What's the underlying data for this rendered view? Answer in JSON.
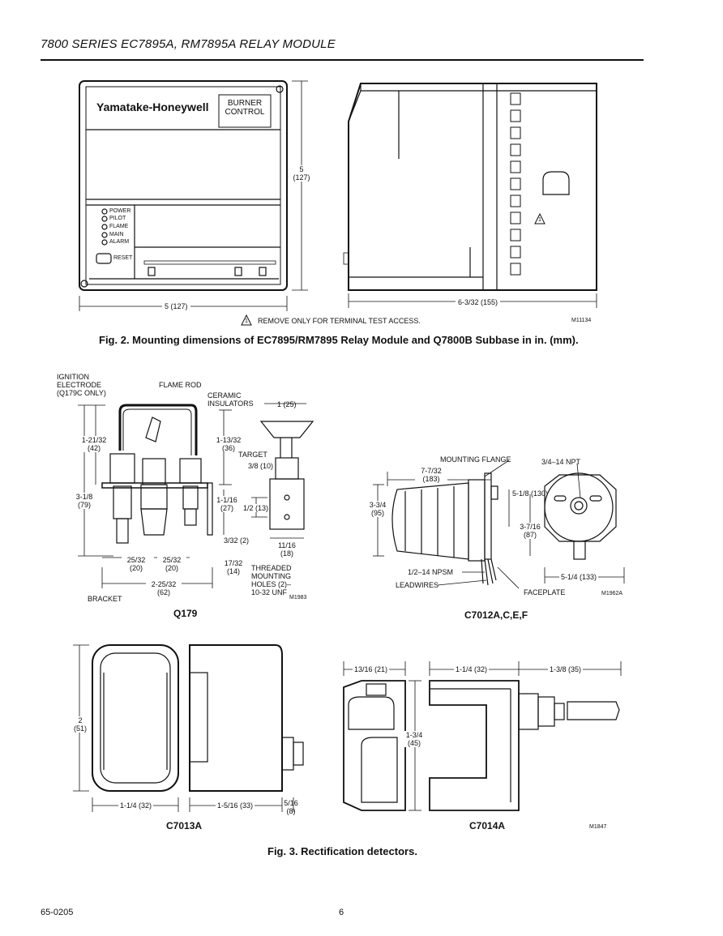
{
  "header": {
    "title": "7800 SERIES EC7895A, RM7895A RELAY MODULE"
  },
  "fig2": {
    "brand": "Yamatake-Honeywell",
    "burner_control": "BURNER\nCONTROL",
    "leds": [
      "POWER",
      "PILOT",
      "FLAME",
      "MAIN",
      "ALARM"
    ],
    "reset": "RESET",
    "dim_height": "5\n(127)",
    "dim_width": "5 (127)",
    "dim_depth": "6-3/32 (155)",
    "note_num": "1",
    "note": "REMOVE ONLY FOR TERMINAL TEST ACCESS.",
    "code": "M11134",
    "caption": "Fig. 2. Mounting dimensions of  EC7895/RM7895 Relay Module and Q7800B Subbase in in. (mm)."
  },
  "q179": {
    "ignition": "IGNITION\nELECTRODE\n(Q179C ONLY)",
    "flame_rod": "FLAME ROD",
    "ceramic": "CERAMIC\nINSULATORS",
    "d1": "1 (25)",
    "d_1_21_32": "1-21/32\n(42)",
    "d_1_13_32": "1-13/32\n(36)",
    "target": "TARGET",
    "d_3_8": "3/8 (10)",
    "d_3_1_8": "3-1/8\n(79)",
    "d_1_1_16": "1-1/16\n(27)",
    "d_1_2": "1/2 (13)",
    "d_3_32": "3/32 (2)",
    "d_11_16": "11/16\n(18)",
    "d_25_32a": "25/32\n(20)",
    "d_25_32b": "25/32\n(20)",
    "d_17_32": "17/32\n(14)",
    "threaded": "THREADED\nMOUNTING\nHOLES (2)–\n10-32 UNF",
    "d_2_25_32": "2-25/32\n(62)",
    "bracket": "BRACKET",
    "code": "M1983",
    "title": "Q179"
  },
  "c7012": {
    "mounting_flange": "MOUNTING FLANGE",
    "npt": "3/4–14 NPT",
    "d_7_7_32": "7-7/32\n(183)",
    "d_5_1_8": "5-1/8 (130)",
    "d_3_3_4": "3-3/4\n(95)",
    "d_3_7_16": "3-7/16\n(87)",
    "npsm": "1/2–14 NPSM",
    "leadwires": "LEADWIRES",
    "faceplate": "FACEPLATE",
    "d_5_1_4": "5-1/4 (133)",
    "code": "M1962A",
    "title": "C7012A,C,E,F"
  },
  "c7013": {
    "d_2": "2\n(51)",
    "d_1_1_4": "1-1/4 (32)",
    "d_1_5_16": "1-5/16 (33)",
    "d_5_16": "5/16\n(8)",
    "title": "C7013A"
  },
  "c7014": {
    "d_13_16": "13/16 (21)",
    "d_1_1_4": "1-1/4 (32)",
    "d_1_3_8": "1-3/8 (35)",
    "d_1_3_4": "1-3/4\n(45)",
    "code": "M1847",
    "title": "C7014A"
  },
  "fig3": {
    "caption": "Fig. 3. Rectification detectors."
  },
  "footer": {
    "doc": "65-0205",
    "page": "6"
  }
}
